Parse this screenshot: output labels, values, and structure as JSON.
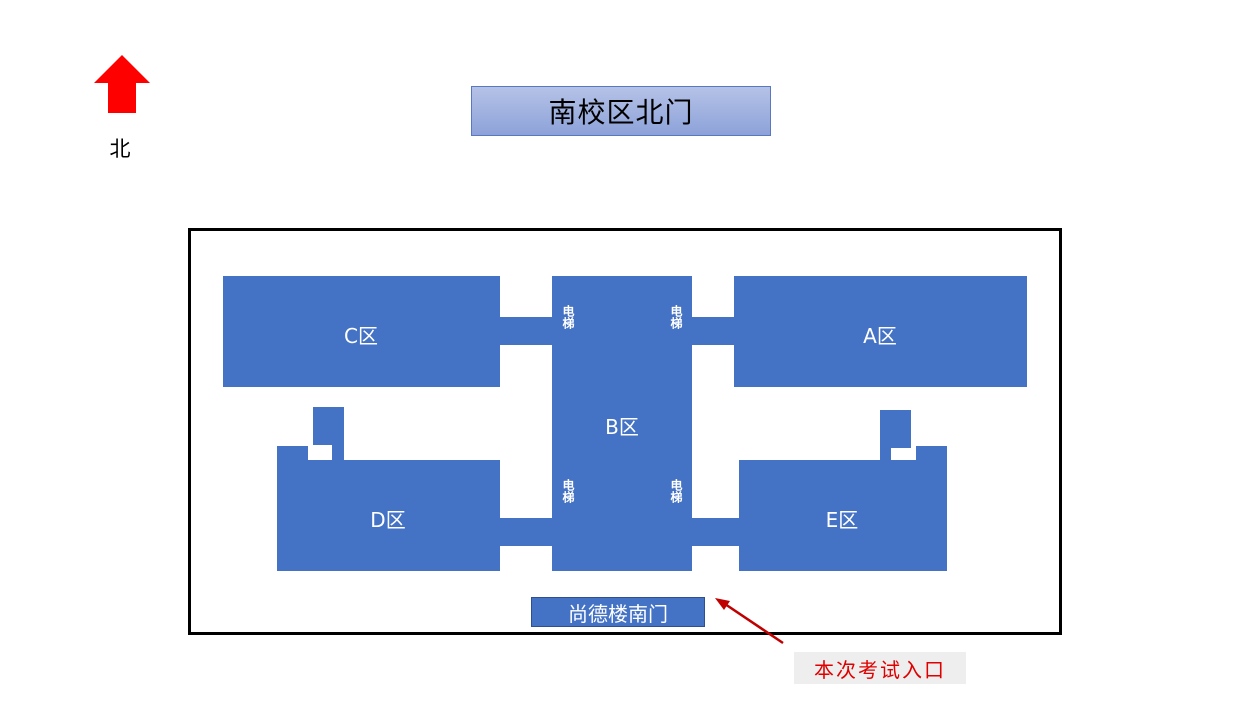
{
  "compass": {
    "north_label": "北",
    "arrow_color": "#ff0000"
  },
  "north_gate": {
    "label": "南校区北门"
  },
  "zones": {
    "a": "A区",
    "b": "B区",
    "c": "C区",
    "d": "D区",
    "e": "E区"
  },
  "elevator_label": "电梯",
  "south_gate": {
    "label": "尚德楼南门"
  },
  "exam_entrance": {
    "label": "本次考试入口",
    "text_color": "#e00000"
  },
  "colors": {
    "block": "#4472c4",
    "frame": "#000000",
    "arrow": "#c00000"
  }
}
